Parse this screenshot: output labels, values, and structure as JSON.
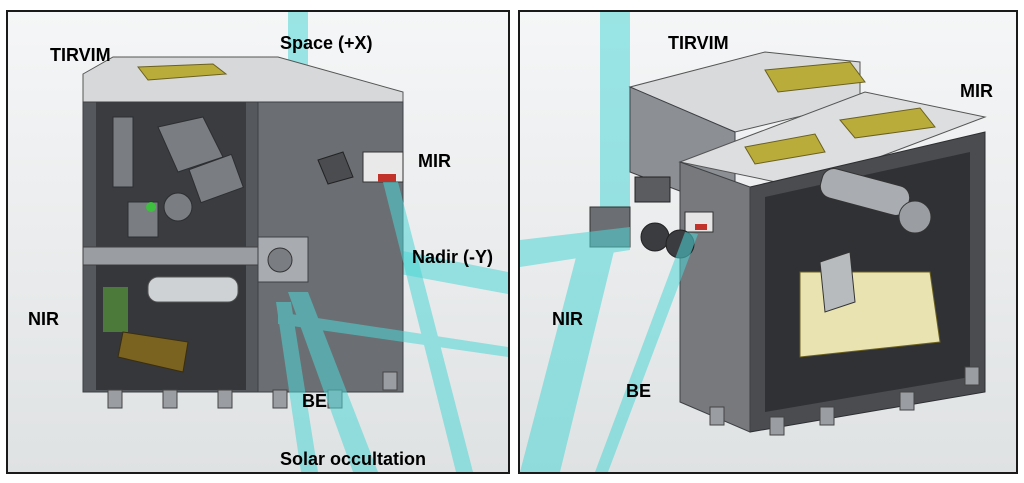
{
  "left_panel": {
    "labels": {
      "tirvim": "TIRVIM",
      "space": "Space (+X)",
      "mir": "MIR",
      "nadir": "Nadir (-Y)",
      "nir": "NIR",
      "be": "BE",
      "solar": "Solar occultation"
    }
  },
  "right_panel": {
    "labels": {
      "tirvim": "TIRVIM",
      "mir": "MIR",
      "nir": "NIR",
      "be": "BE"
    }
  },
  "colors": {
    "beam": "#4fd6d6",
    "structure": "#6b6e72",
    "structure_dark": "#3e4044",
    "radiator": "#b9ac3a",
    "frame": "#1a1a1a"
  }
}
